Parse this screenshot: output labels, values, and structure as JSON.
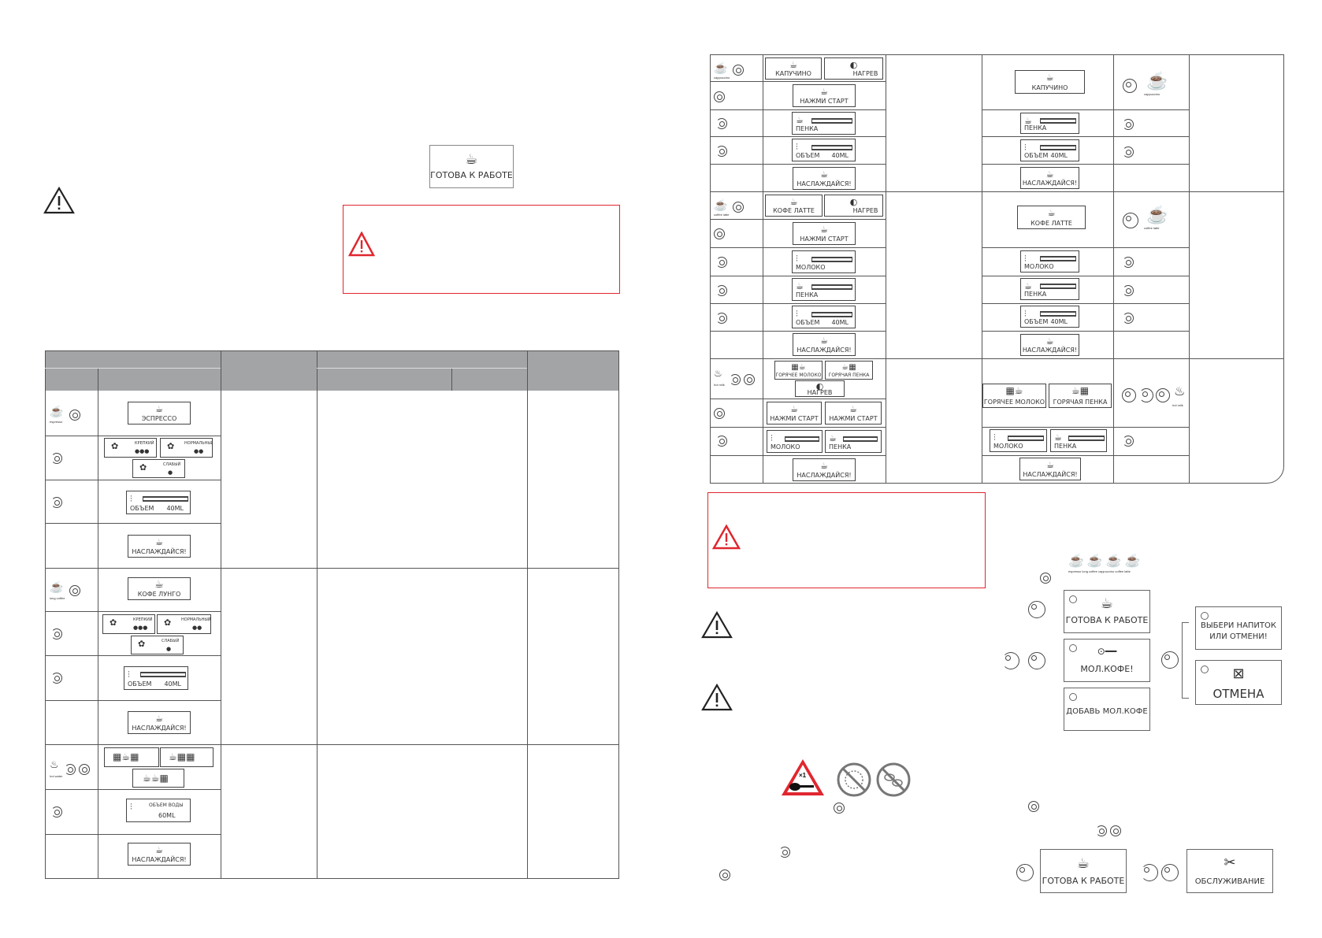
{
  "texts": {
    "ready": "ГОТОВА К РАБОТЕ",
    "espresso": "ЭСПРЕССО",
    "strong": "КРЕПКИЙ",
    "normal": "НОРМАЛЬНЫЙ",
    "weak": "СЛАБЫЙ",
    "volume": "ОБЪЕМ",
    "ml40": "40ML",
    "enjoy": "НАСЛАЖДАЙСЯ!",
    "lungo": "КОФЕ ЛУНГО",
    "water_volume": "ОБЪЕМ ВОДЫ",
    "ml60": "60ML",
    "cappuccino": "КАПУЧИНО",
    "heat": "НАГРЕВ",
    "press_start": "НАЖМИ СТАРТ",
    "foam": "ПЕНКА",
    "latte": "КОФЕ ЛАТТЕ",
    "milk": "МОЛОКО",
    "hot_milk": "ГОРЯЧЕЕ МОЛОКО",
    "hot_foam": "ГОРЯЧАЯ ПЕНКА",
    "milk_coffee": "МОЛ.КОФЕ!",
    "add_milk_coffee": "ДОБАВЬ МОЛ.КОФЕ",
    "choose_drink_1": "ВЫБЕРИ НАПИТОК",
    "choose_drink_2": "ИЛИ ОТМЕНИ!",
    "cancel": "ОТМЕНА",
    "service": "ОБСЛУЖИВАНИЕ",
    "x1": "×1",
    "icon_espresso": "espresso",
    "icon_long": "long coffee",
    "icon_cappuccino": "cappuccino",
    "icon_latte": "coffee latte",
    "icon_hotmilk": "hot milk",
    "icon_hotwater": "hot water"
  },
  "colors": {
    "warning_red": "#e0262f",
    "table_header_gray": "#a3a4a6"
  }
}
